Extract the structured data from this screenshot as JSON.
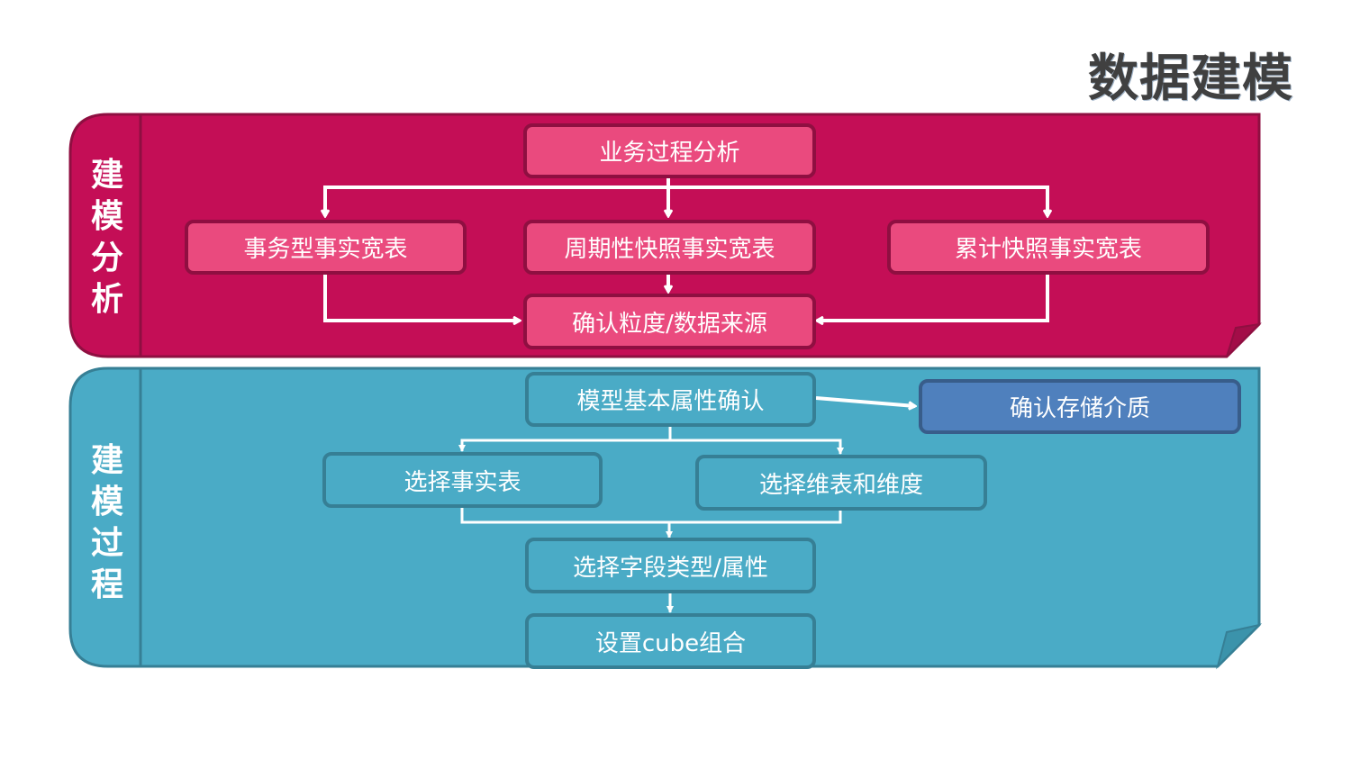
{
  "title": "数据建模",
  "colors": {
    "analysis_panel": "#c40e56",
    "analysis_border": "#8f0f41",
    "analysis_box": "#ea4a7e",
    "process_panel": "#4aabc6",
    "process_border": "#367f95",
    "storage_box": "#4f80bd",
    "connector": "#ffffff"
  },
  "analysis": {
    "label": [
      "建",
      "模",
      "分",
      "析"
    ],
    "nodes": {
      "business_process": "业务过程分析",
      "transaction_fact": "事务型事实宽表",
      "periodic_snapshot": "周期性快照事实宽表",
      "accumulating_snapshot": "累计快照事实宽表",
      "grain_source": "确认粒度/数据来源"
    },
    "edges": [
      {
        "from": "business_process",
        "to": "transaction_fact"
      },
      {
        "from": "business_process",
        "to": "periodic_snapshot"
      },
      {
        "from": "business_process",
        "to": "accumulating_snapshot"
      },
      {
        "from": "transaction_fact",
        "to": "grain_source"
      },
      {
        "from": "periodic_snapshot",
        "to": "grain_source"
      },
      {
        "from": "accumulating_snapshot",
        "to": "grain_source"
      }
    ]
  },
  "process": {
    "label": [
      "建",
      "模",
      "过",
      "程"
    ],
    "nodes": {
      "model_attributes": "模型基本属性确认",
      "storage_medium": "确认存储介质",
      "select_fact": "选择事实表",
      "select_dimension": "选择维表和维度",
      "field_types": "选择字段类型/属性",
      "cube": "设置cube组合"
    },
    "edges": [
      {
        "from": "model_attributes",
        "to": "storage_medium"
      },
      {
        "from": "model_attributes",
        "to": "select_fact"
      },
      {
        "from": "model_attributes",
        "to": "select_dimension"
      },
      {
        "from": "select_fact",
        "to": "field_types"
      },
      {
        "from": "select_dimension",
        "to": "field_types"
      },
      {
        "from": "field_types",
        "to": "cube"
      }
    ]
  }
}
